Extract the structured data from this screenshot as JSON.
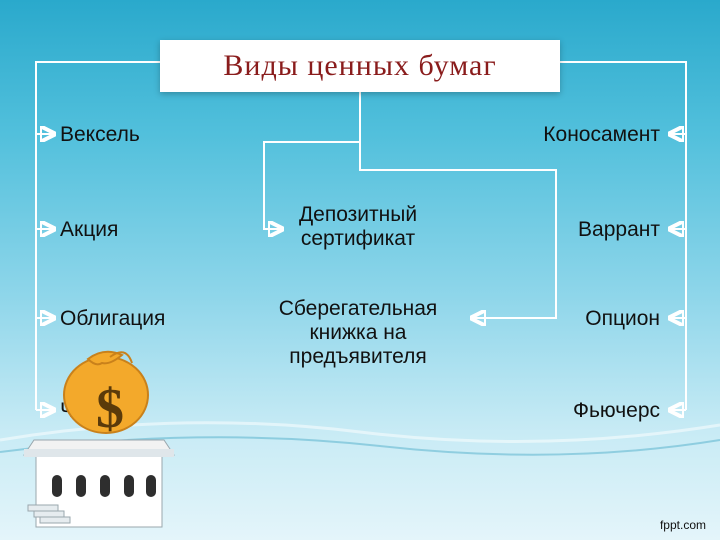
{
  "title": "Виды ценных бумаг",
  "left_items": [
    "Вексель",
    "Акция",
    "Облигация",
    "Чек"
  ],
  "center_items": [
    "Депозитный\nсертификат",
    "Сберегательная\nкнижка на\nпредъявителя"
  ],
  "right_items": [
    "Коносамент",
    "Варрант",
    "Опцион",
    "Фьючерс"
  ],
  "footer": "fppt.com",
  "colors": {
    "title": "#8a1c1c",
    "connector": "#ffffff",
    "background_top": "#2aa9cc",
    "background_bottom": "#e4f5fa"
  }
}
